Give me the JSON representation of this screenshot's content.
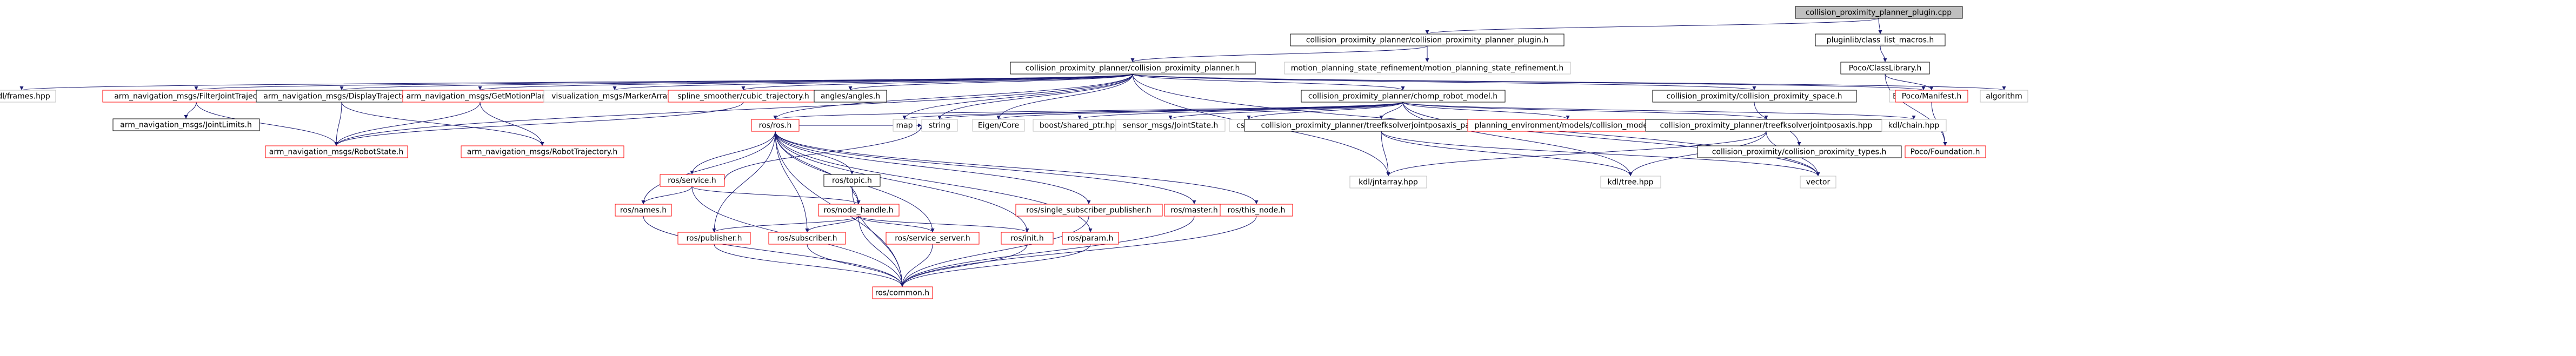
{
  "colors": {
    "background": "#ffffff",
    "edge": "#191970",
    "node_border_default": "#000000",
    "node_border_undocumented": "#ff0000",
    "node_border_external": "#bfbfbf",
    "root_fill": "#bfbfbf",
    "text": "#000000"
  },
  "graph": {
    "nodes": [
      {
        "id": "root",
        "label": "collision_proximity_planner_plugin.cpp",
        "style": "root"
      },
      {
        "id": "cpp_plugin",
        "label": "collision_proximity_planner/collision_proximity_planner_plugin.h",
        "style": "default"
      },
      {
        "id": "pluginlib",
        "label": "pluginlib/class_list_macros.h",
        "style": "default"
      },
      {
        "id": "cpp_planner",
        "label": "collision_proximity_planner/collision_proximity_planner.h",
        "style": "default"
      },
      {
        "id": "motion_ref",
        "label": "motion_planning_state_refinement/motion_planning_state_refinement.h",
        "style": "external"
      },
      {
        "id": "poco_classlib",
        "label": "Poco/ClassLibrary.h",
        "style": "default"
      },
      {
        "id": "kdlframes",
        "label": "kdl/frames.hpp",
        "style": "external"
      },
      {
        "id": "filterjt",
        "label": "arm_navigation_msgs/FilterJointTrajectory.h",
        "style": "undocumented"
      },
      {
        "id": "displaytraj",
        "label": "arm_navigation_msgs/DisplayTrajectory.h",
        "style": "default"
      },
      {
        "id": "getmotionplan",
        "label": "arm_navigation_msgs/GetMotionPlan.h",
        "style": "undocumented"
      },
      {
        "id": "markerarray",
        "label": "visualization_msgs/MarkerArray.h",
        "style": "external"
      },
      {
        "id": "spline",
        "label": "spline_smoother/cubic_trajectory.h",
        "style": "undocumented"
      },
      {
        "id": "angles",
        "label": "angles/angles.h",
        "style": "default"
      },
      {
        "id": "chomp",
        "label": "collision_proximity_planner/chomp_robot_model.h",
        "style": "default"
      },
      {
        "id": "cps_space",
        "label": "collision_proximity/collision_proximity_space.h",
        "style": "default"
      },
      {
        "id": "eigen_geo",
        "label": "Eigen/Geometry",
        "style": "external"
      },
      {
        "id": "algorithm",
        "label": "algorithm",
        "style": "external"
      },
      {
        "id": "poco_manifest",
        "label": "Poco/Manifest.h",
        "style": "undocumented"
      },
      {
        "id": "jointlimits",
        "label": "arm_navigation_msgs/JointLimits.h",
        "style": "default"
      },
      {
        "id": "robotstate",
        "label": "arm_navigation_msgs/RobotState.h",
        "style": "undocumented"
      },
      {
        "id": "robottraj",
        "label": "arm_navigation_msgs/RobotTrajectory.h",
        "style": "undocumented"
      },
      {
        "id": "rosros",
        "label": "ros/ros.h",
        "style": "undocumented"
      },
      {
        "id": "map",
        "label": "map",
        "style": "external"
      },
      {
        "id": "string",
        "label": "string",
        "style": "external"
      },
      {
        "id": "eigencore",
        "label": "Eigen/Core",
        "style": "external"
      },
      {
        "id": "sharedptr",
        "label": "boost/shared_ptr.hpp",
        "style": "external"
      },
      {
        "id": "jointstate",
        "label": "sensor_msgs/JointState.h",
        "style": "external"
      },
      {
        "id": "cstdlib",
        "label": "cstdlib",
        "style": "external"
      },
      {
        "id": "tfpartial",
        "label": "collision_proximity_planner/treefksolverjointposaxis_partial.hpp",
        "style": "default"
      },
      {
        "id": "planenv",
        "label": "planning_environment/models/collision_models.h",
        "style": "undocumented"
      },
      {
        "id": "tfaxis",
        "label": "collision_proximity_planner/treefksolverjointposaxis.hpp",
        "style": "default"
      },
      {
        "id": "kdlchain",
        "label": "kdl/chain.hpp",
        "style": "external"
      },
      {
        "id": "cps_types",
        "label": "collision_proximity/collision_proximity_types.h",
        "style": "default"
      },
      {
        "id": "poco_foundation",
        "label": "Poco/Foundation.h",
        "style": "undocumented"
      },
      {
        "id": "rosservice",
        "label": "ros/service.h",
        "style": "undocumented"
      },
      {
        "id": "rostopic",
        "label": "ros/topic.h",
        "style": "default"
      },
      {
        "id": "kdljntarray",
        "label": "kdl/jntarray.hpp",
        "style": "external"
      },
      {
        "id": "kdltree",
        "label": "kdl/tree.hpp",
        "style": "external"
      },
      {
        "id": "vector",
        "label": "vector",
        "style": "external"
      },
      {
        "id": "rosnames",
        "label": "ros/names.h",
        "style": "undocumented"
      },
      {
        "id": "nodehandle",
        "label": "ros/node_handle.h",
        "style": "undocumented"
      },
      {
        "id": "singlesub",
        "label": "ros/single_subscriber_publisher.h",
        "style": "undocumented"
      },
      {
        "id": "rosmaster",
        "label": "ros/master.h",
        "style": "undocumented"
      },
      {
        "id": "thisnode",
        "label": "ros/this_node.h",
        "style": "undocumented"
      },
      {
        "id": "publisher",
        "label": "ros/publisher.h",
        "style": "undocumented"
      },
      {
        "id": "subscriber",
        "label": "ros/subscriber.h",
        "style": "undocumented"
      },
      {
        "id": "serviceserver",
        "label": "ros/service_server.h",
        "style": "undocumented"
      },
      {
        "id": "rosinit",
        "label": "ros/init.h",
        "style": "undocumented"
      },
      {
        "id": "rosparam",
        "label": "ros/param.h",
        "style": "undocumented"
      },
      {
        "id": "roscommon",
        "label": "ros/common.h",
        "style": "undocumented"
      }
    ],
    "edges": [
      [
        "root",
        "cpp_plugin"
      ],
      [
        "root",
        "pluginlib"
      ],
      [
        "cpp_plugin",
        "cpp_planner"
      ],
      [
        "cpp_plugin",
        "motion_ref"
      ],
      [
        "pluginlib",
        "poco_classlib"
      ],
      [
        "poco_classlib",
        "poco_manifest"
      ],
      [
        "poco_classlib",
        "poco_foundation"
      ],
      [
        "poco_manifest",
        "poco_foundation"
      ],
      [
        "cpp_planner",
        "kdlframes"
      ],
      [
        "cpp_planner",
        "filterjt"
      ],
      [
        "cpp_planner",
        "displaytraj"
      ],
      [
        "cpp_planner",
        "getmotionplan"
      ],
      [
        "cpp_planner",
        "markerarray"
      ],
      [
        "cpp_planner",
        "spline"
      ],
      [
        "cpp_planner",
        "angles"
      ],
      [
        "cpp_planner",
        "chomp"
      ],
      [
        "cpp_planner",
        "cps_space"
      ],
      [
        "cpp_planner",
        "eigen_geo"
      ],
      [
        "cpp_planner",
        "algorithm"
      ],
      [
        "cpp_planner",
        "robotstate"
      ],
      [
        "cpp_planner",
        "rosros"
      ],
      [
        "cpp_planner",
        "map"
      ],
      [
        "cpp_planner",
        "string"
      ],
      [
        "cpp_planner",
        "eigencore"
      ],
      [
        "cpp_planner",
        "vector"
      ],
      [
        "cpp_planner",
        "kdljntarray"
      ],
      [
        "filterjt",
        "jointlimits"
      ],
      [
        "filterjt",
        "robotstate"
      ],
      [
        "displaytraj",
        "robotstate"
      ],
      [
        "displaytraj",
        "robottraj"
      ],
      [
        "getmotionplan",
        "robotstate"
      ],
      [
        "getmotionplan",
        "robottraj"
      ],
      [
        "spline",
        "robotstate"
      ],
      [
        "chomp",
        "rosros"
      ],
      [
        "chomp",
        "map"
      ],
      [
        "chomp",
        "string"
      ],
      [
        "chomp",
        "eigencore"
      ],
      [
        "chomp",
        "sharedptr"
      ],
      [
        "chomp",
        "jointstate"
      ],
      [
        "chomp",
        "cstdlib"
      ],
      [
        "chomp",
        "tfpartial"
      ],
      [
        "chomp",
        "planenv"
      ],
      [
        "chomp",
        "tfaxis"
      ],
      [
        "chomp",
        "kdlchain"
      ],
      [
        "chomp",
        "kdltree"
      ],
      [
        "chomp",
        "vector"
      ],
      [
        "cps_space",
        "cps_types"
      ],
      [
        "tfpartial",
        "kdljntarray"
      ],
      [
        "tfpartial",
        "kdltree"
      ],
      [
        "tfpartial",
        "vector"
      ],
      [
        "tfaxis",
        "kdljntarray"
      ],
      [
        "tfaxis",
        "kdltree"
      ],
      [
        "tfaxis",
        "vector"
      ],
      [
        "rosros",
        "rosservice"
      ],
      [
        "rosros",
        "rostopic"
      ],
      [
        "rosros",
        "rosnames"
      ],
      [
        "rosros",
        "nodehandle"
      ],
      [
        "rosros",
        "singlesub"
      ],
      [
        "rosros",
        "rosmaster"
      ],
      [
        "rosros",
        "thisnode"
      ],
      [
        "rosros",
        "publisher"
      ],
      [
        "rosros",
        "subscriber"
      ],
      [
        "rosros",
        "serviceserver"
      ],
      [
        "rosros",
        "rosinit"
      ],
      [
        "rosros",
        "rosparam"
      ],
      [
        "rosros",
        "roscommon"
      ],
      [
        "rosros",
        "string"
      ],
      [
        "rosservice",
        "rosnames"
      ],
      [
        "rosservice",
        "nodehandle"
      ],
      [
        "rosservice",
        "roscommon"
      ],
      [
        "rosservice",
        "string"
      ],
      [
        "rostopic",
        "nodehandle"
      ],
      [
        "rostopic",
        "roscommon"
      ],
      [
        "rosnames",
        "roscommon"
      ],
      [
        "nodehandle",
        "publisher"
      ],
      [
        "nodehandle",
        "subscriber"
      ],
      [
        "nodehandle",
        "serviceserver"
      ],
      [
        "nodehandle",
        "rosinit"
      ],
      [
        "nodehandle",
        "roscommon"
      ],
      [
        "singlesub",
        "roscommon"
      ],
      [
        "rosmaster",
        "roscommon"
      ],
      [
        "thisnode",
        "roscommon"
      ],
      [
        "publisher",
        "roscommon"
      ],
      [
        "subscriber",
        "roscommon"
      ],
      [
        "serviceserver",
        "roscommon"
      ],
      [
        "rosinit",
        "roscommon"
      ],
      [
        "rosparam",
        "roscommon"
      ]
    ]
  }
}
